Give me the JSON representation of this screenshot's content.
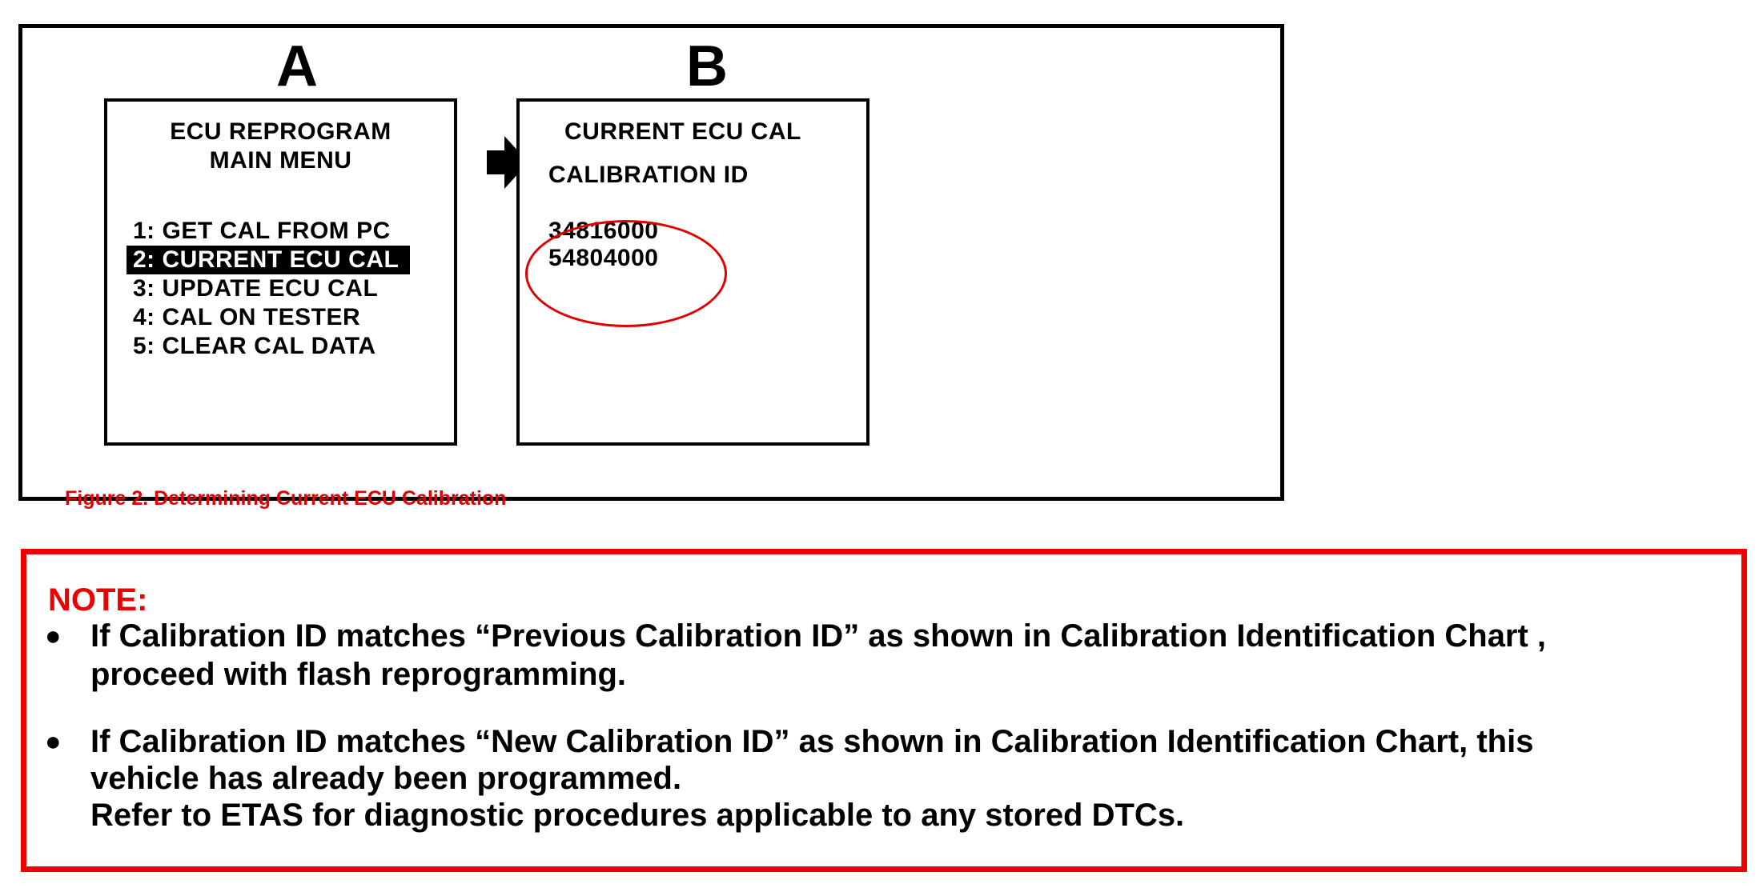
{
  "figure": {
    "panel_a_letter": "A",
    "panel_b_letter": "B",
    "screen_a": {
      "title_line1": "ECU REPROGRAM",
      "title_line2": "MAIN MENU",
      "items": [
        {
          "label": "1: GET CAL FROM PC",
          "selected": false
        },
        {
          "label": "2: CURRENT ECU CAL",
          "selected": true
        },
        {
          "label": "3: UPDATE ECU CAL",
          "selected": false
        },
        {
          "label": "4: CAL ON TESTER",
          "selected": false
        },
        {
          "label": "5: CLEAR CAL DATA",
          "selected": false
        }
      ]
    },
    "screen_b": {
      "title": "CURRENT ECU CAL",
      "subtitle": "CALIBRATION ID",
      "ids": [
        "34816000",
        "54804000"
      ]
    },
    "caption": "Figure 2. Determining Current ECU Calibration",
    "colors": {
      "caption": "#e00000",
      "highlight_circle": "#e00000"
    }
  },
  "note": {
    "title": "NOTE:",
    "bullets": [
      {
        "lines": [
          "If Calibration ID matches “Previous Calibration ID” as shown in Calibration Identification Chart ,",
          "proceed with flash reprogramming."
        ]
      },
      {
        "lines": [
          "If Calibration ID matches “New Calibration ID” as shown in Calibration Identification Chart, this",
          "vehicle has already been programmed.",
          "Refer to ETAS for diagnostic procedures applicable to any stored DTCs."
        ]
      }
    ],
    "colors": {
      "border": "#ee0000",
      "title": "#ee0000"
    }
  }
}
